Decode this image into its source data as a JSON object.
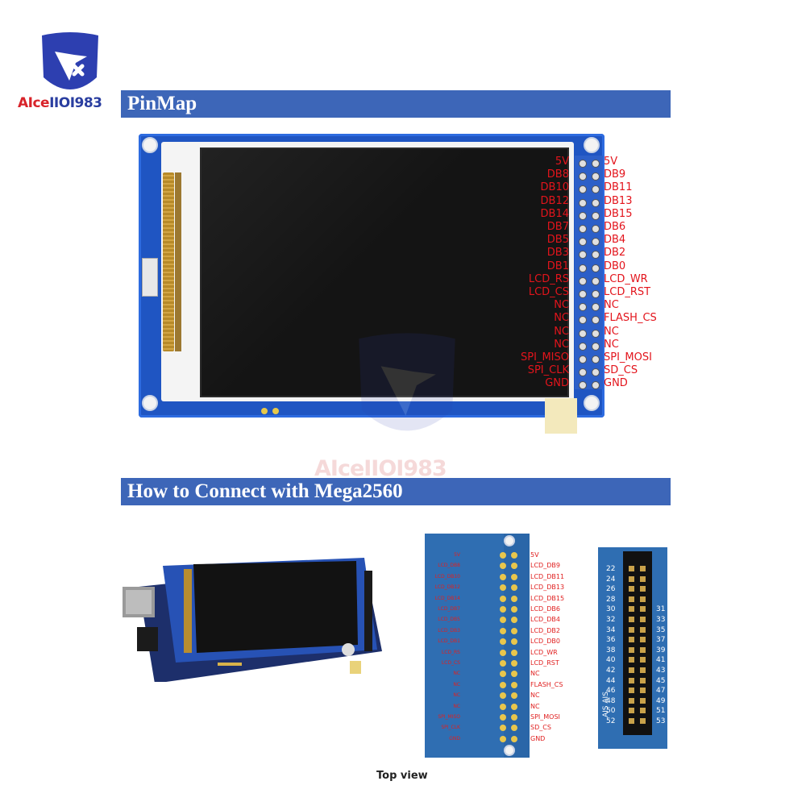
{
  "brand": {
    "part1": "AIce",
    "part2": "IIOI983"
  },
  "watermark": {
    "text": "AIceIIOI983"
  },
  "banners": {
    "pinmap": "PinMap",
    "connect": "How to Connect with Mega2560"
  },
  "pinmap": {
    "left_labels": [
      "5V",
      "DB8",
      "DB10",
      "DB12",
      "DB14",
      "DB7",
      "DB5",
      "DB3",
      "DB1",
      "LCD_RS",
      "LCD_CS",
      "NC",
      "NC",
      "NC",
      "NC",
      "SPI_MISO",
      "SPI_CLK",
      "GND"
    ],
    "right_labels": [
      "5V",
      "DB9",
      "DB11",
      "DB13",
      "DB15",
      "DB6",
      "DB4",
      "DB2",
      "DB0",
      "LCD_WR",
      "LCD_RST",
      "NC",
      "FLASH_CS",
      "NC",
      "NC",
      "SPI_MOSI",
      "SD_CS",
      "GND"
    ],
    "label_color": "#e3141c"
  },
  "topview": {
    "caption": "Top view",
    "right_labels": [
      "5V",
      "LCD_DB9",
      "LCD_DB11",
      "LCD_DB13",
      "LCD_DB15",
      "LCD_DB6",
      "LCD_DB4",
      "LCD_DB2",
      "LCD_DB0",
      "LCD_WR",
      "LCD_RST",
      "NC",
      "FLASH_CS",
      "NC",
      "NC",
      "SPI_MOSI",
      "SD_CS",
      "GND"
    ],
    "left_labels": [
      "5V",
      "LCD_DB8",
      "LCD_DB10",
      "LCD_DB12",
      "LCD_DB14",
      "LCD_DB7",
      "LCD_DB5",
      "LCD_DB3",
      "LCD_DB1",
      "LCD_RS",
      "LCD_CS",
      "NC",
      "NC",
      "NC",
      "NC",
      "SPI_MISO",
      "SPI_CLK",
      "GND"
    ]
  },
  "mega_header": {
    "left_numbers": [
      "22",
      "24",
      "26",
      "28",
      "30",
      "32",
      "34",
      "36",
      "38",
      "40",
      "42",
      "44",
      "46",
      "48",
      "50",
      "52"
    ],
    "right_numbers": [
      "31",
      "33",
      "35",
      "37",
      "39",
      "41",
      "43",
      "45",
      "47",
      "49",
      "51",
      "53"
    ],
    "side_text": "AIS AIS"
  },
  "colors": {
    "banner": "#3d66b8",
    "pcb": "#1f55c2",
    "label_red": "#e3141c"
  }
}
